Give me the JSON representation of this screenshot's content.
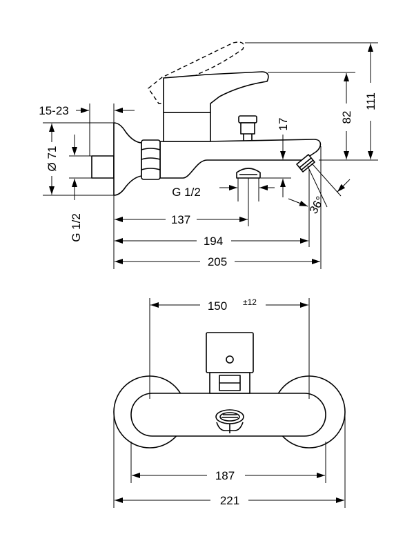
{
  "dimensions": {
    "wall_offset": "15-23",
    "flange_diameter": "Ø 71",
    "inlet_thread": "G 1/2",
    "outlet_thread": "G 1/2",
    "dim_137": "137",
    "dim_194": "194",
    "dim_205": "205",
    "dim_17": "17",
    "dim_82": "82",
    "dim_111": "111",
    "aerator_angle": "36°",
    "center_distance": "150",
    "center_tolerance": "±12",
    "dim_187": "187",
    "dim_221": "221"
  },
  "colors": {
    "line": "#000000",
    "background": "#ffffff"
  }
}
